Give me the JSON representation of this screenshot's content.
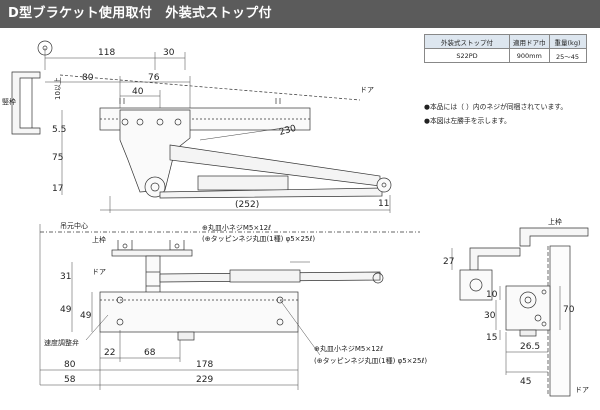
{
  "header": {
    "title": "D型ブラケット使用取付　外装式ストップ付"
  },
  "spec_table": {
    "headers": [
      "外装式ストップ付",
      "適用ドア巾",
      "重量(kg)"
    ],
    "rows": [
      [
        "S22PD",
        "900mm",
        "25〜45"
      ]
    ]
  },
  "notes": [
    "本品には（ ）内のネジが同梱されています。",
    "本図は左勝手を示します。"
  ],
  "labels": {
    "frame": "竪枠",
    "door_top": "ドア",
    "upper_frame": "上枠",
    "hinge_center": "吊元中心",
    "door_mid": "ドア",
    "screw_top": "⊕丸皿小ネジM5×12ℓ",
    "tap_top": "(⊕タッピンネジ丸皿(1種) φ5×25ℓ)",
    "screw_bottom": "⊕丸皿小ネジM5×12ℓ",
    "tap_bottom": "(⊕タッピンネジ丸皿(1種) φ5×25ℓ)",
    "speed_valve": "速度調整弁",
    "side_upper_frame": "上枠",
    "side_door": "ドア"
  },
  "dimensions": {
    "top": {
      "d118": "118",
      "d30": "30",
      "d80": "80",
      "d76": "76",
      "d40": "40",
      "d10": "10以上",
      "d55": "5.5",
      "d75": "75",
      "d230": "230",
      "d17": "17",
      "d252": "(252)",
      "d11": "11"
    },
    "front": {
      "d31": "31",
      "d49": "49",
      "d49b": "49",
      "d22": "22",
      "d68": "68",
      "d80": "80",
      "d178": "178",
      "d58": "58",
      "d229": "229"
    },
    "side": {
      "d27": "27",
      "d10": "10",
      "d15": "15",
      "d30": "30",
      "d265": "26.5",
      "d45": "45",
      "d70": "70"
    }
  }
}
